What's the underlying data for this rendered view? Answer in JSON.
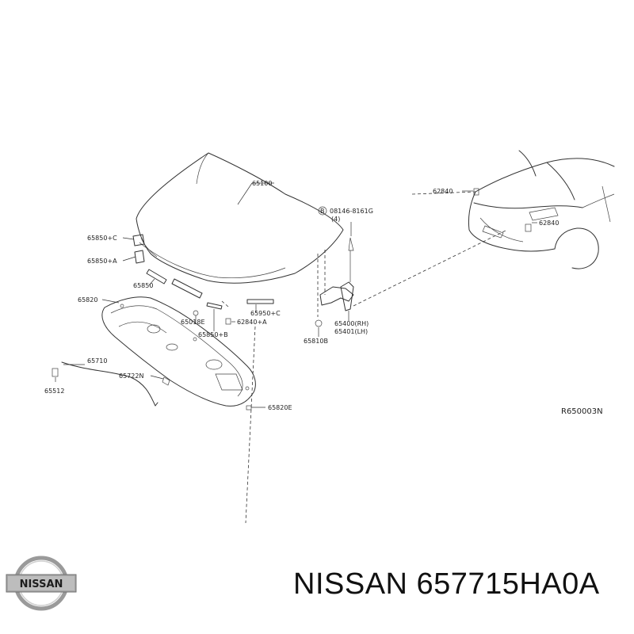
{
  "callouts": {
    "hood": "65100",
    "bolt_ref_a": "B",
    "bolt_ref_b": "08146-8161G",
    "bolt_qty": "(4)",
    "clip_top": "62840",
    "clip_mid": "62840",
    "seal_c": "65850+C",
    "seal_a": "65850+A",
    "seal": "65850",
    "insulator": "65820",
    "cable": "65710",
    "clip_cable": "65722N",
    "grommet": "65512",
    "seal_c2": "65950+C",
    "clip_a": "62840+A",
    "bumper": "65018E",
    "seal_b": "65850+B",
    "hinge_rh": "65400(RH)",
    "hinge_lh": "65401(LH)",
    "nut": "65810B",
    "clip_e": "65820E"
  },
  "diagram_ref": "R650003N",
  "brand": {
    "logo_text": "NISSAN",
    "caption": "NISSAN 657715HA0A"
  }
}
